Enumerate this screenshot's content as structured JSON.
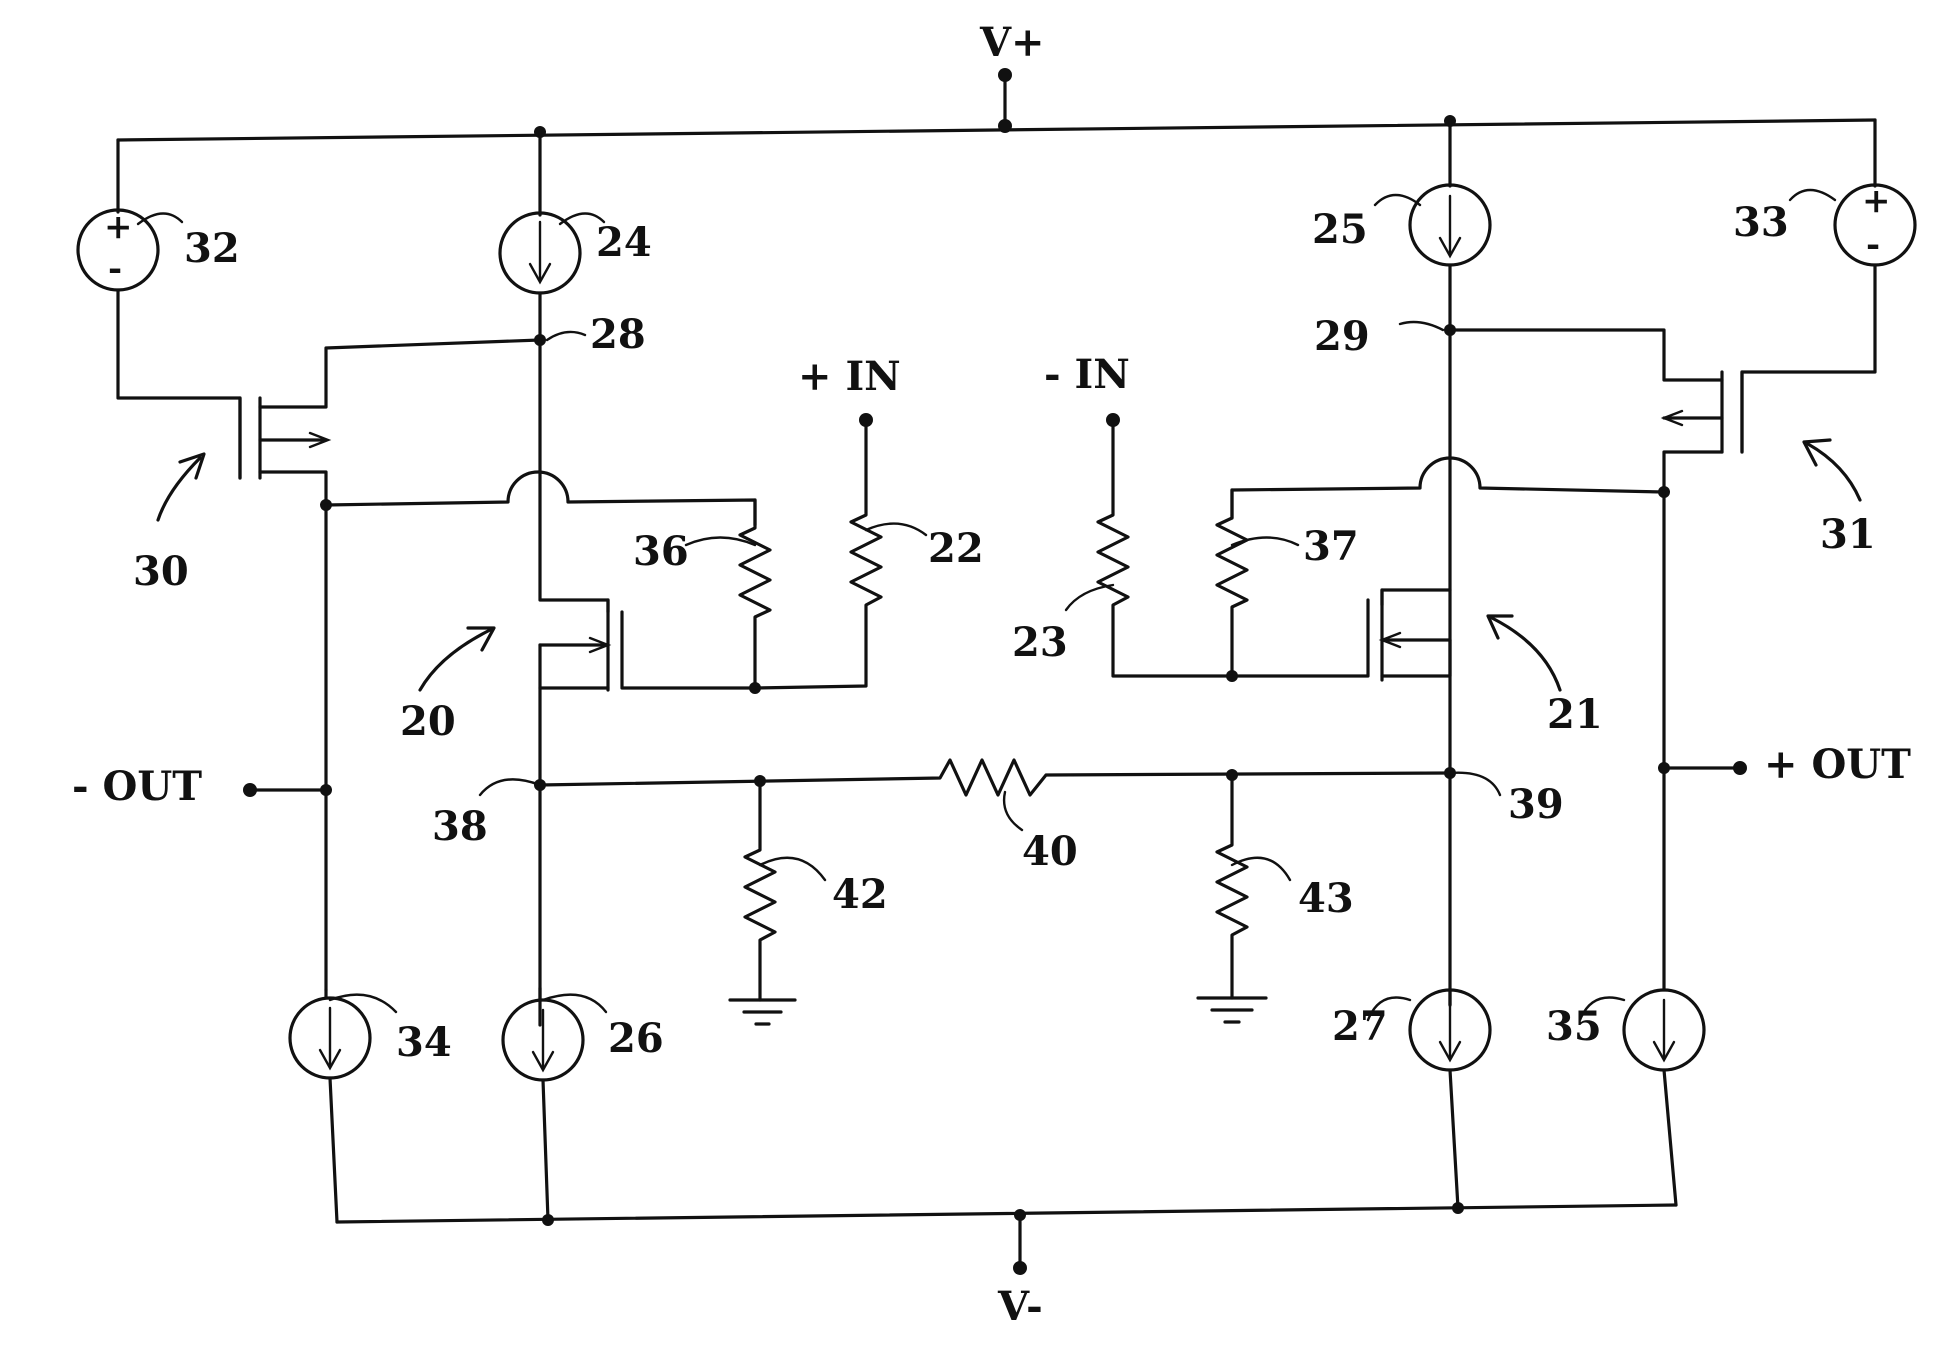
{
  "terminals": {
    "vplus": "V+",
    "vminus": "V-",
    "plus_in": "+ IN",
    "minus_in": "- IN",
    "minus_out": "- OUT",
    "plus_out": "+ OUT"
  },
  "source_signs": {
    "plus": "+",
    "minus": "-"
  },
  "reference_numerals": {
    "n20": "20",
    "n21": "21",
    "n22": "22",
    "n23": "23",
    "n24": "24",
    "n25": "25",
    "n26": "26",
    "n27": "27",
    "n28": "28",
    "n29": "29",
    "n30": "30",
    "n31": "31",
    "n32": "32",
    "n33": "33",
    "n34": "34",
    "n35": "35",
    "n36": "36",
    "n37": "37",
    "n38": "38",
    "n39": "39",
    "n40": "40",
    "n42": "42",
    "n43": "43"
  },
  "colors": {
    "ink": "#111111",
    "paper": "#ffffff"
  }
}
